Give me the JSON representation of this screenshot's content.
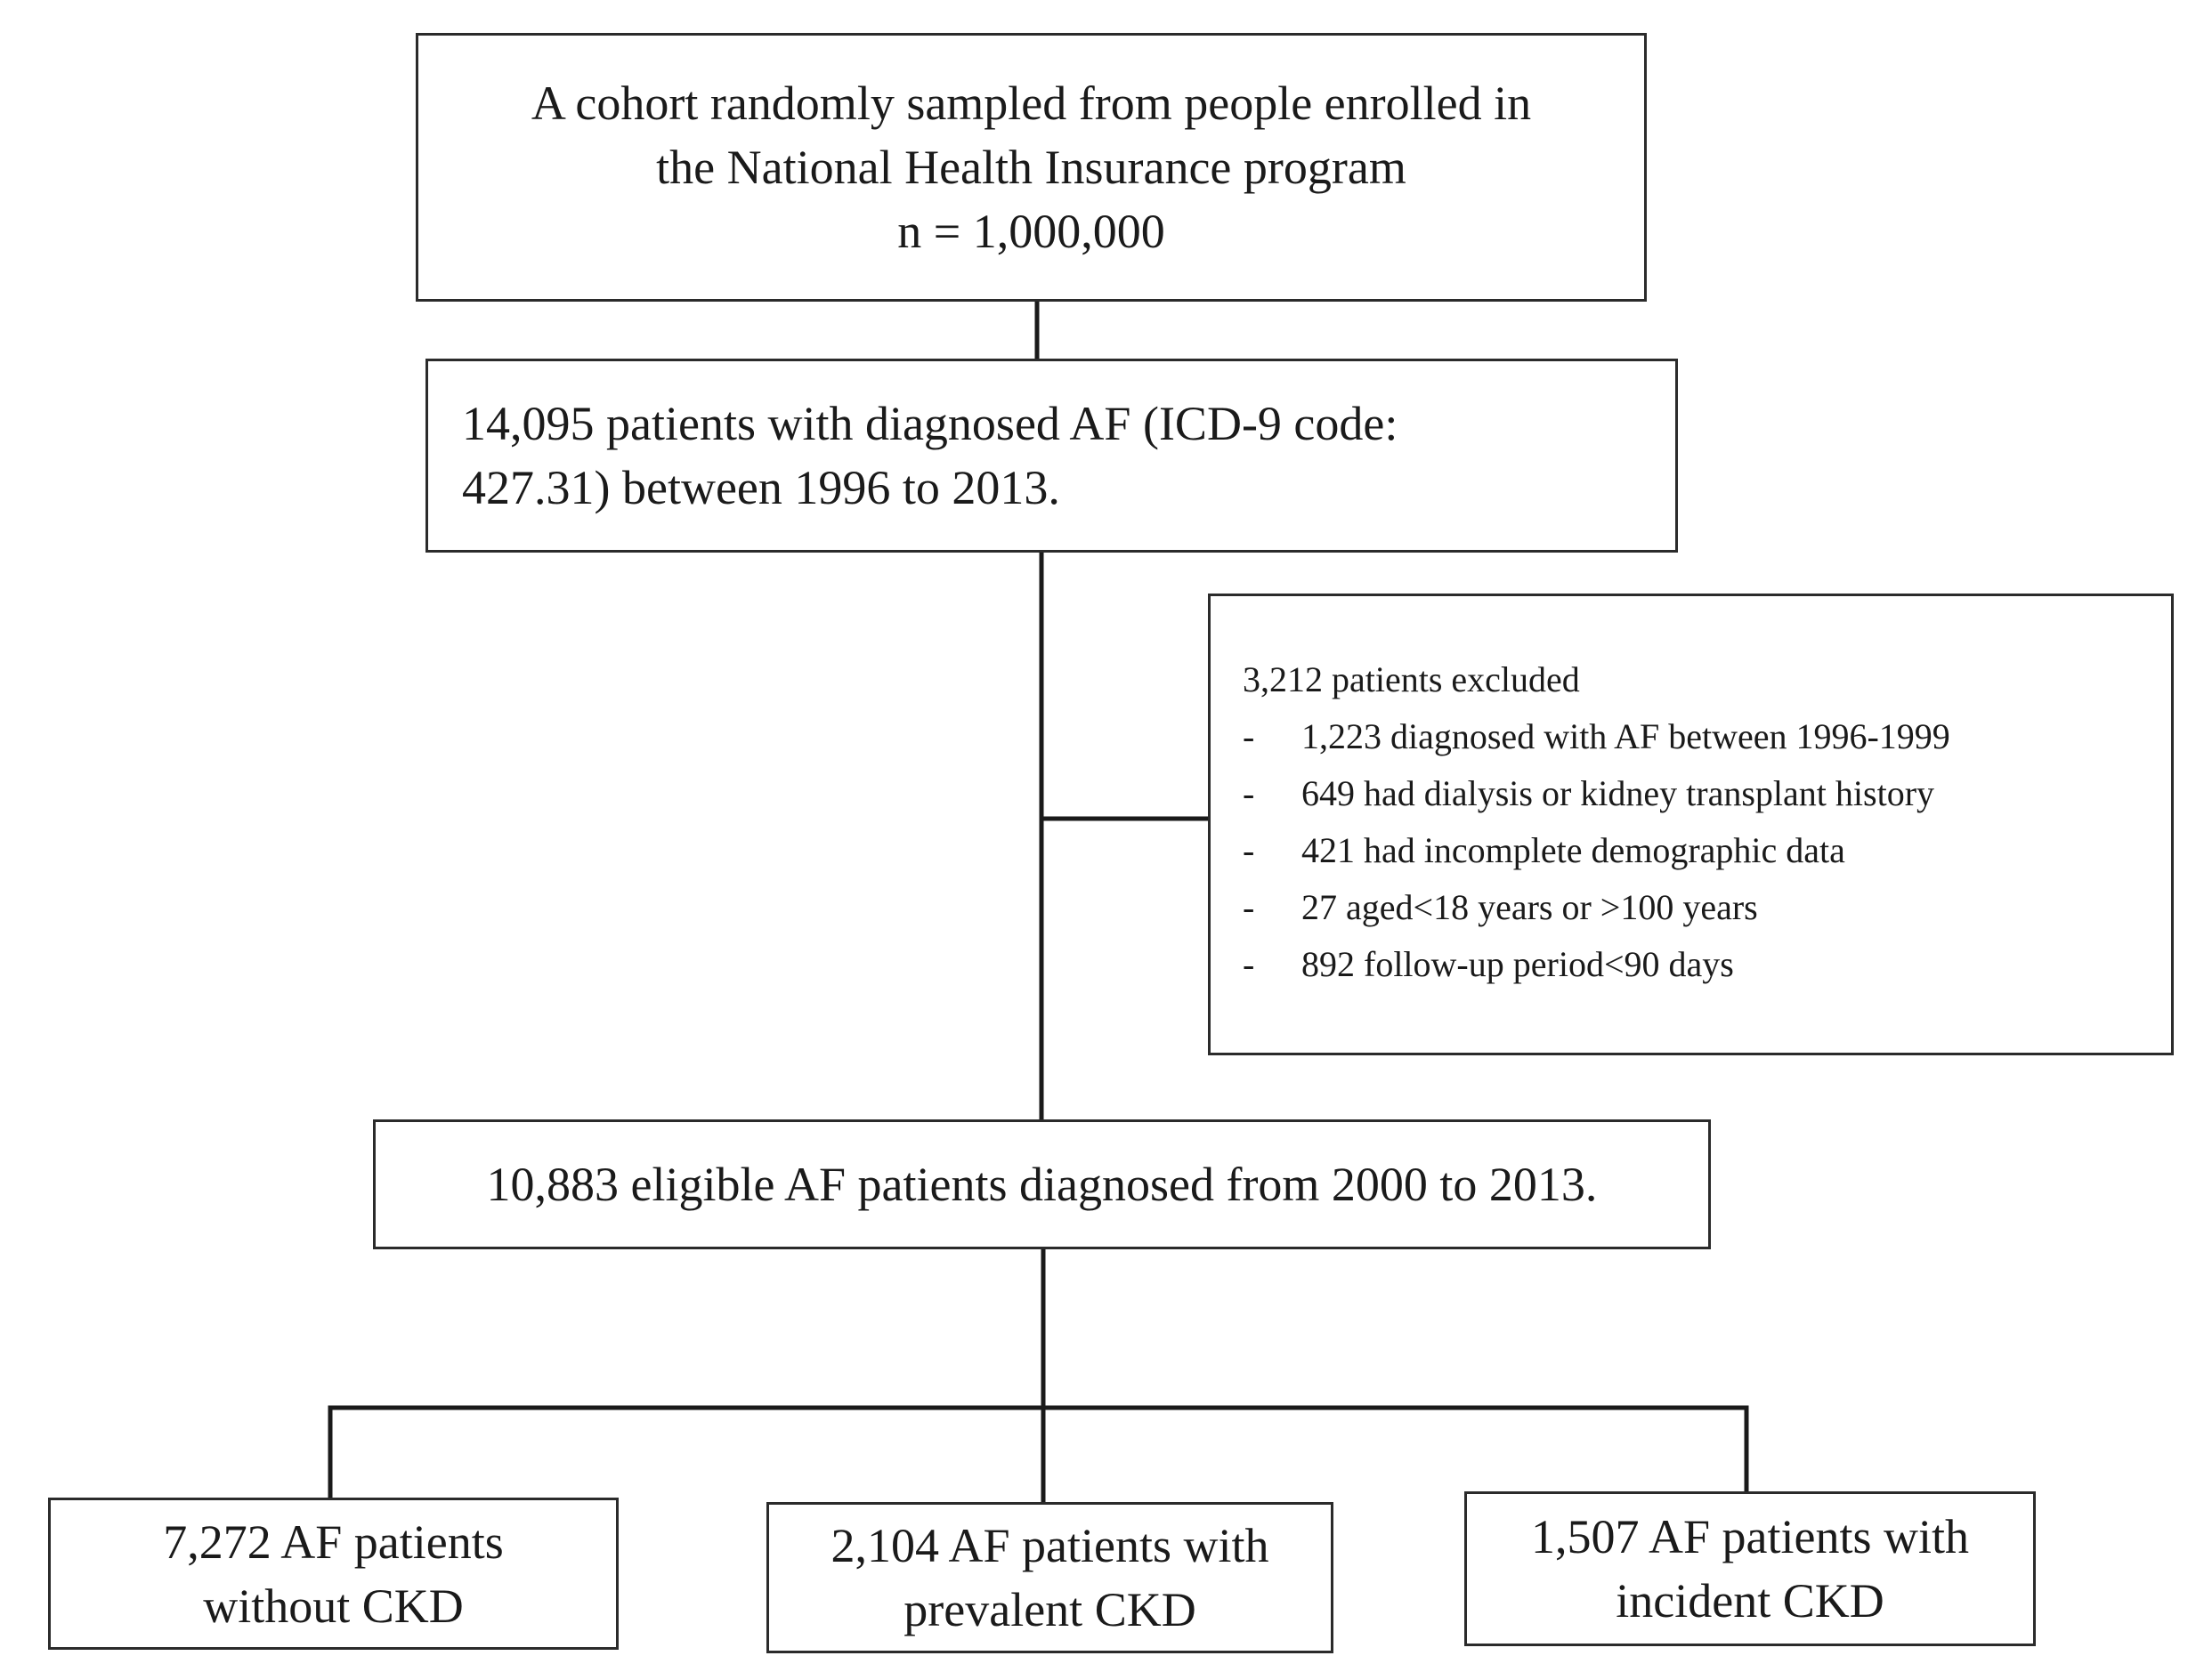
{
  "flowchart": {
    "cohort": {
      "lines": [
        "A cohort randomly  sampled from people enrolled  in",
        "the National  Health  Insurance  program",
        "n = 1,000,000"
      ]
    },
    "af_patients": {
      "lines": [
        "14,095 patients  with diagnosed  AF (ICD-9 code:",
        "427.31) between  1996 to 2013."
      ]
    },
    "excluded": {
      "heading": "3,212  patients excluded",
      "bullet": "-",
      "items": [
        "1,223  diagnosed with AF between 1996-1999",
        "649  had dialysis or kidney transplant history",
        "421 had incomplete  demographic data",
        "27  aged<18  years or >100  years",
        "892 follow-up  period<90  days"
      ]
    },
    "eligible": {
      "text": "10,883 eligible  AF patients  diagnosed  from  2000 to 2013."
    },
    "groups": [
      {
        "lines": [
          "7,272 AF patients",
          "without  CKD"
        ]
      },
      {
        "lines": [
          "2,104 AF patients  with",
          "prevalent  CKD"
        ]
      },
      {
        "lines": [
          "1,507 AF patients  with",
          "incident  CKD"
        ]
      }
    ]
  }
}
